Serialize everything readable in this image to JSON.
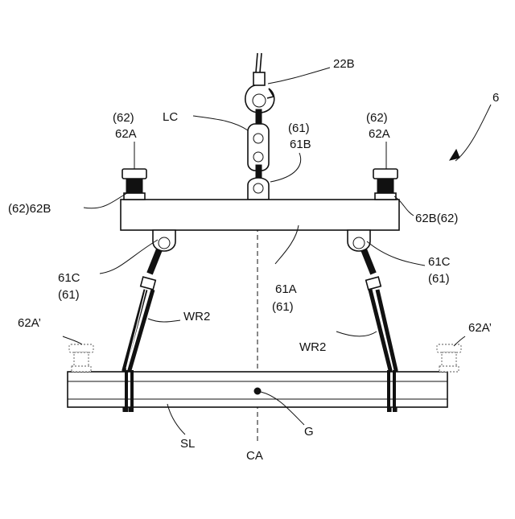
{
  "labels": {
    "ref_22b": "22B",
    "ref_6": "6",
    "ref_lc": "LC",
    "ref_62_left": "(62)",
    "ref_62a_left": "62A",
    "ref_62_right": "(62)",
    "ref_62a_right": "62A",
    "ref_61_top": "(61)",
    "ref_61b": "61B",
    "ref_62b_left": "(62)62B",
    "ref_62b_right": "62B(62)",
    "ref_61c_left": "61C",
    "ref_61c_left_paren": "(61)",
    "ref_61c_right": "61C",
    "ref_61c_right_paren": "(61)",
    "ref_61a": "61A",
    "ref_61a_paren": "(61)",
    "ref_wr2_left": "WR2",
    "ref_wr2_right": "WR2",
    "ref_62a_prime_left": "62A’",
    "ref_62a_prime_right": "62A’",
    "ref_sl": "SL",
    "ref_g": "G",
    "ref_ca": "CA"
  }
}
